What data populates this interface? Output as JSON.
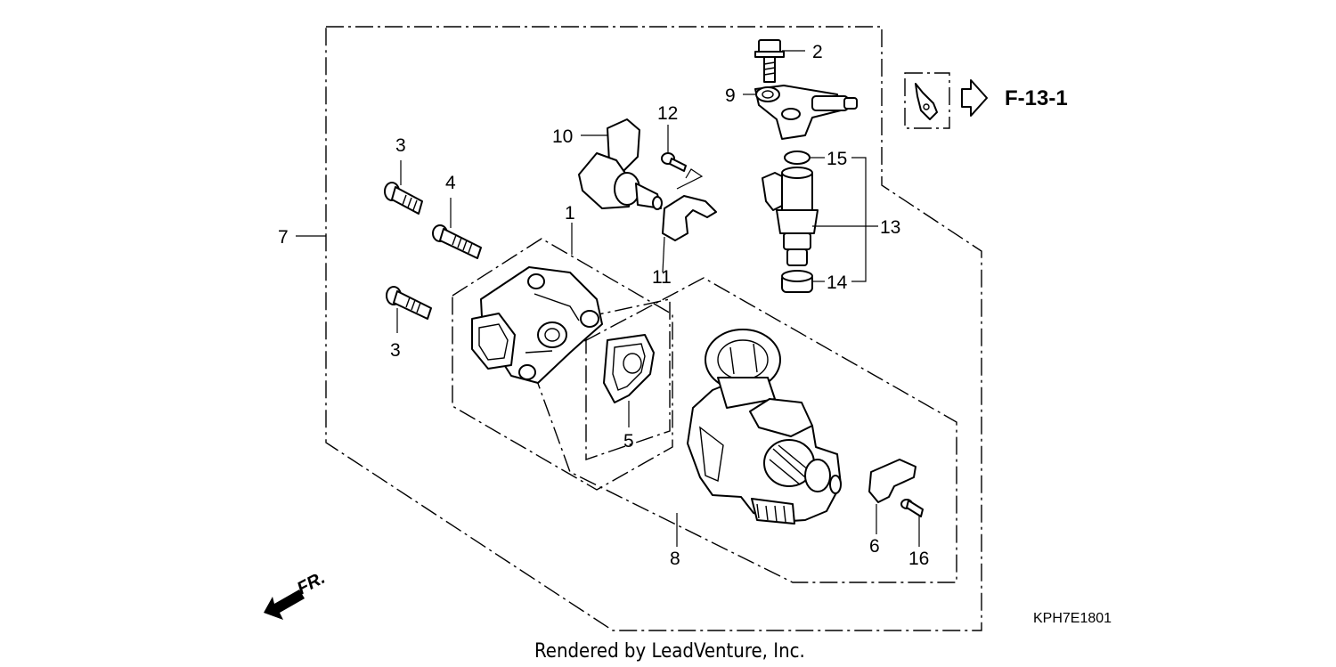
{
  "callouts": {
    "c1": "1",
    "c2": "2",
    "c3a": "3",
    "c3b": "3",
    "c4": "4",
    "c5": "5",
    "c6": "6",
    "c7": "7",
    "c8": "8",
    "c9": "9",
    "c10": "10",
    "c11": "11",
    "c12": "12",
    "c13": "13",
    "c14": "14",
    "c15": "15",
    "c16": "16"
  },
  "reference_label": "F-13-1",
  "diagram_code": "KPH7E1801",
  "credit": "Rendered by LeadVenture, Inc.",
  "direction_label": "FR."
}
